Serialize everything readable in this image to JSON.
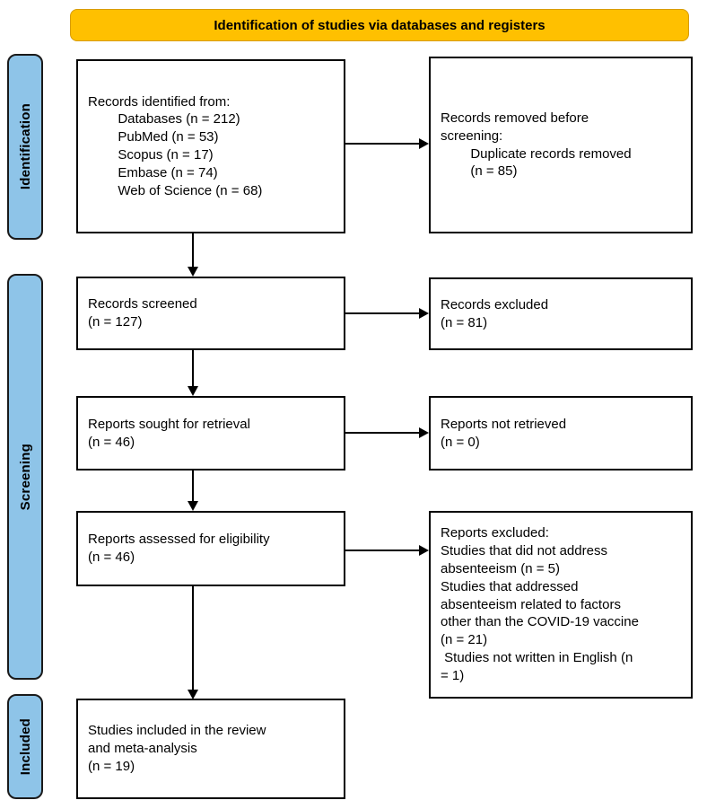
{
  "banner": {
    "label": "Identification of studies via databases and registers",
    "bg_color": "#FFC000"
  },
  "sidebar": {
    "bg_color": "#8EC4E8",
    "stages": [
      {
        "id": "identification",
        "label": "Identification"
      },
      {
        "id": "screening",
        "label": "Screening"
      },
      {
        "id": "included",
        "label": "Included"
      }
    ]
  },
  "boxes": {
    "left": [
      {
        "id": "records-identified",
        "text": "Records identified from:\n        Databases (n = 212)\n        PubMed (n = 53)\n        Scopus (n = 17)\n        Embase (n = 74)\n        Web of Science (n = 68)"
      },
      {
        "id": "records-screened",
        "text": "Records screened\n(n = 127)"
      },
      {
        "id": "reports-sought",
        "text": "Reports sought for retrieval\n(n = 46)"
      },
      {
        "id": "reports-assessed",
        "text": "Reports assessed for eligibility\n(n = 46)"
      },
      {
        "id": "studies-included",
        "text": "Studies included in the review\nand meta-analysis\n(n = 19)"
      }
    ],
    "right": [
      {
        "id": "records-removed",
        "text": "Records removed before\nscreening:\n        Duplicate records removed\n        (n = 85)"
      },
      {
        "id": "records-excluded",
        "text": "Records excluded\n(n = 81)"
      },
      {
        "id": "reports-not-retrieved",
        "text": "Reports not retrieved\n(n = 0)"
      },
      {
        "id": "reports-excluded",
        "text": "Reports excluded:\nStudies that did not address\nabsenteeism (n = 5)\nStudies that addressed\nabsenteeism related to factors\nother than the COVID-19 vaccine\n(n = 21)\n Studies not written in English (n\n= 1)"
      }
    ]
  }
}
